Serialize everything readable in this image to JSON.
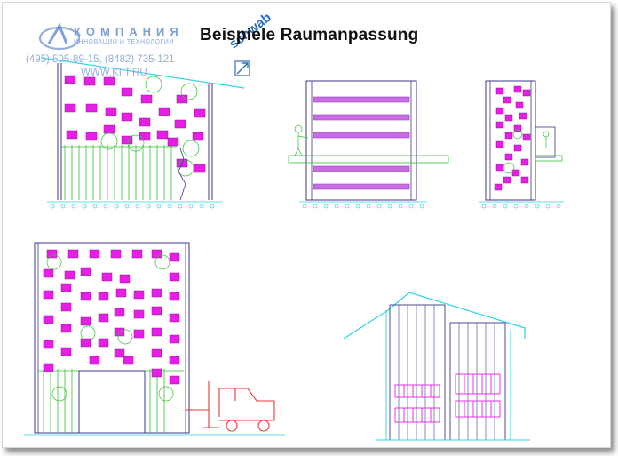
{
  "title": "Beispiele Raumanpassung",
  "watermark": {
    "company": "КОМПАНИЯ",
    "tagline": "ИННОВАЦИИ И ТЕХНОЛОГИИ",
    "phones": "(495) 505-89-15, (8482) 735-121",
    "website": "WWW.KIIT.RU"
  },
  "brand": "schwab",
  "colors": {
    "magenta": "#e61ee6",
    "violet": "#9a3ec8",
    "green": "#34c034",
    "cyan": "#2dd4e6",
    "navy": "#3a3a8c",
    "red": "#e03a3a",
    "brandBlue": "#2c6fbf"
  }
}
